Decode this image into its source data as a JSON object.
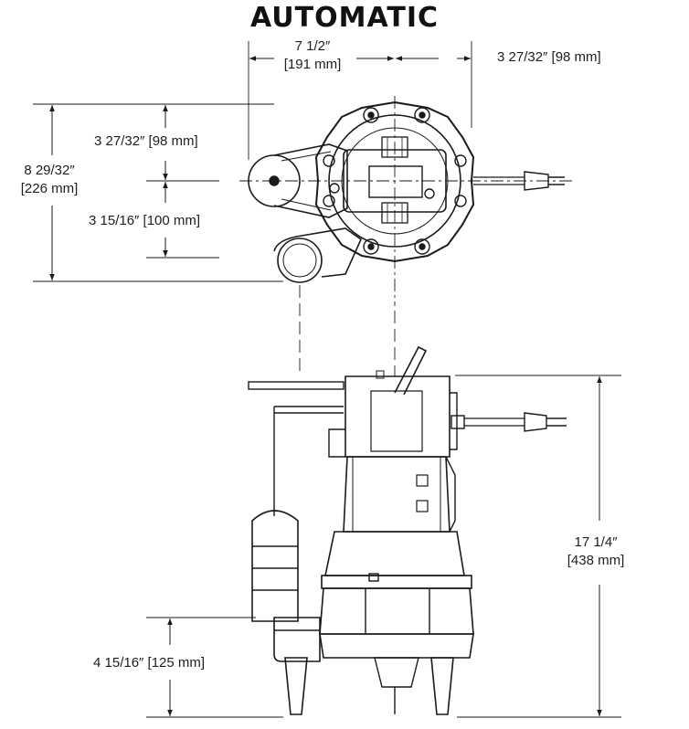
{
  "title": "AUTOMATIC",
  "dimensions": {
    "width_total": {
      "in": "7 1/2″",
      "mm": "[191 mm]"
    },
    "width_right": "3 27/32″ [98 mm]",
    "depth_total": {
      "in": "8 29/32″",
      "mm": "[226 mm]"
    },
    "depth_upper": "3 27/32″ [98 mm]",
    "depth_lower": "3 15/16″ [100 mm]",
    "height_total": {
      "in": "17 1/4″",
      "mm": "[438 mm]"
    },
    "discharge_height": "4 15/16″ [125 mm]"
  }
}
